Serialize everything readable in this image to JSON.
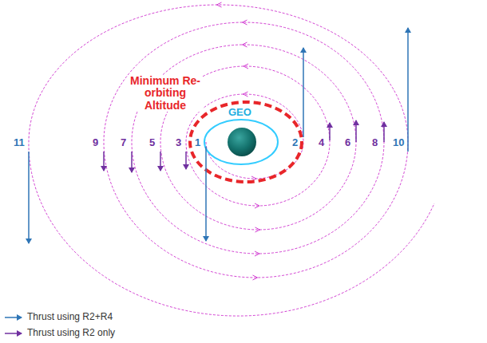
{
  "diagram": {
    "labels": [
      "Minimum Re-orbiting Altitude",
      "GEO",
      "11",
      "9",
      "7",
      "5",
      "3",
      "1",
      "2",
      "4",
      "6",
      "8",
      "10"
    ],
    "legend": [
      {
        "text": "Thrust using R2+R4"
      },
      {
        "text": "Thrust using R2 only"
      }
    ]
  }
}
